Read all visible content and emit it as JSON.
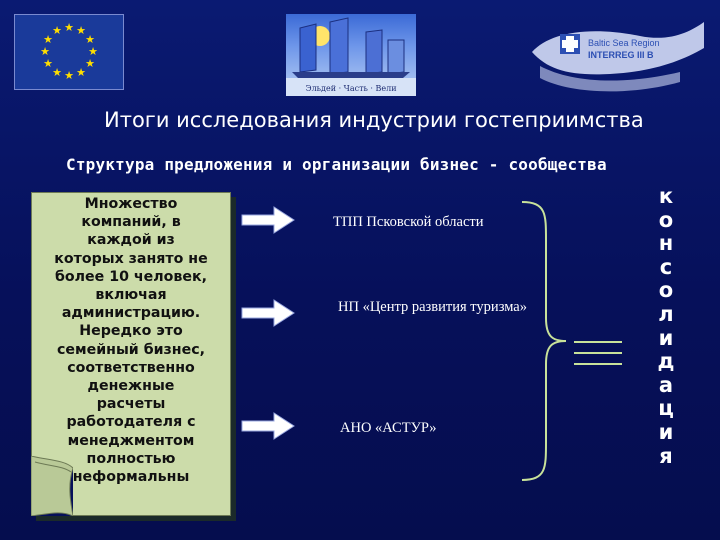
{
  "header": {
    "logo_banner_text": "Эльдей · Часть · Вели",
    "partner_logo_line1": "Baltic Sea Region",
    "partner_logo_line2": "INTERREG III B"
  },
  "title": "Итоги исследования индустрии гостеприимства",
  "subtitle": "Структура предложения и организации бизнес - сообщества",
  "note": {
    "text": "Множество\nкомпаний, в\nкаждой из\nкоторых занято не\nболее 10 человек,\nвключая\nадминистрацию.\nНередко это\nсемейный бизнес,\nсоответственно\nденежные\nрасчеты\nработодателя с\nменеджментом\nполностью\nнеформальны"
  },
  "organizations": [
    {
      "name": "ТПП Псковской области"
    },
    {
      "name": "НП «Центр развития туризма»"
    },
    {
      "name": "АНО «АСТУР»"
    }
  ],
  "vertical_word_letters": [
    "к",
    "о",
    "н",
    "с",
    "о",
    "л",
    "и",
    "д",
    "а",
    "ц",
    "и",
    "я"
  ],
  "colors": {
    "background": "#0a1a72",
    "note_fill": "#ccdcaa",
    "arrow_fill": "#ffffff",
    "brace_stroke": "#c8e29a",
    "equals_stroke": "#c8e29a"
  },
  "icons": {
    "eu_flag": "eu-flag-icon",
    "ship": "sailing-ship-logo",
    "partner": "interreg-logo",
    "arrow": "right-arrow-icon",
    "brace": "right-brace-icon",
    "equals": "triple-bar-icon"
  }
}
